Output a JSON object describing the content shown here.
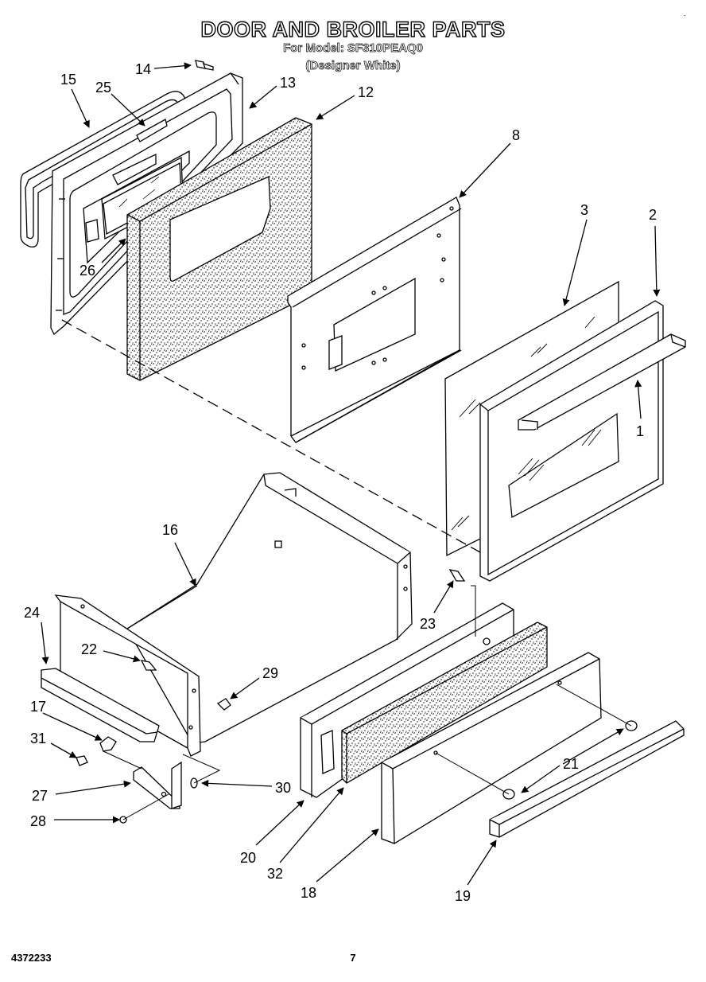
{
  "title": "DOOR AND BROILER PARTS",
  "model_line": "For Model: SF310PEAQ0",
  "variant_line": "(Designer White)",
  "footer_id": "4372233",
  "page_number": "7",
  "corner_mark": "·",
  "callouts": {
    "c1": "1",
    "c2": "2",
    "c3": "3",
    "c8": "8",
    "c12": "12",
    "c13": "13",
    "c14": "14",
    "c15": "15",
    "c16": "16",
    "c17": "17",
    "c18": "18",
    "c19": "19",
    "c20": "20",
    "c21": "21",
    "c22": "22",
    "c23": "23",
    "c24": "24",
    "c25": "25",
    "c26": "26",
    "c27": "27",
    "c28": "28",
    "c29": "29",
    "c30": "30",
    "c31": "31",
    "c32": "32"
  }
}
